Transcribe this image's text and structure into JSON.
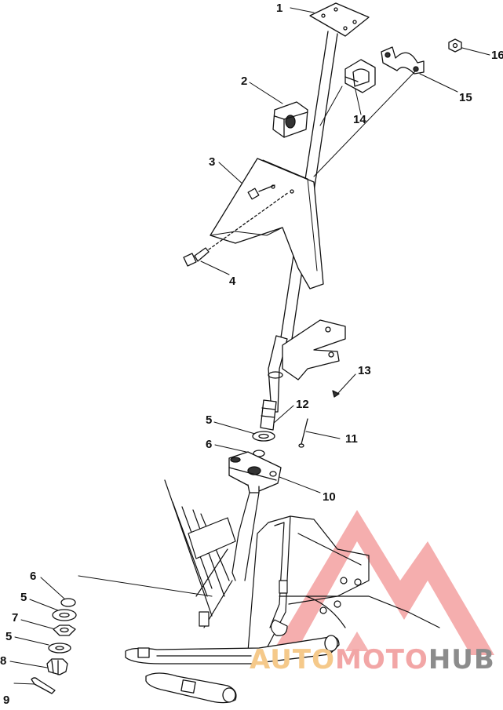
{
  "callouts": [
    {
      "id": "c1",
      "text": "1"
    },
    {
      "id": "c2",
      "text": "2"
    },
    {
      "id": "c3",
      "text": "3"
    },
    {
      "id": "c4",
      "text": "4"
    },
    {
      "id": "c5a",
      "text": "5"
    },
    {
      "id": "c6a",
      "text": "6"
    },
    {
      "id": "c10",
      "text": "10"
    },
    {
      "id": "c11",
      "text": "11"
    },
    {
      "id": "c12",
      "text": "12"
    },
    {
      "id": "c13",
      "text": "13"
    },
    {
      "id": "c14",
      "text": "14"
    },
    {
      "id": "c15",
      "text": "15"
    },
    {
      "id": "c16",
      "text": "16"
    },
    {
      "id": "c6b",
      "text": "6"
    },
    {
      "id": "c5b",
      "text": "5"
    },
    {
      "id": "c7",
      "text": "7"
    },
    {
      "id": "c5c",
      "text": "5"
    },
    {
      "id": "c8",
      "text": "8"
    },
    {
      "id": "c9",
      "text": "9"
    }
  ],
  "watermark": {
    "part1": "AUTO",
    "part2": "MOTO",
    "part3": "HUB",
    "color_auto": "#f5c98a",
    "color_moto": "#f2a6a6",
    "color_hub": "#8c8c8c",
    "logo_color": "#f08080"
  }
}
